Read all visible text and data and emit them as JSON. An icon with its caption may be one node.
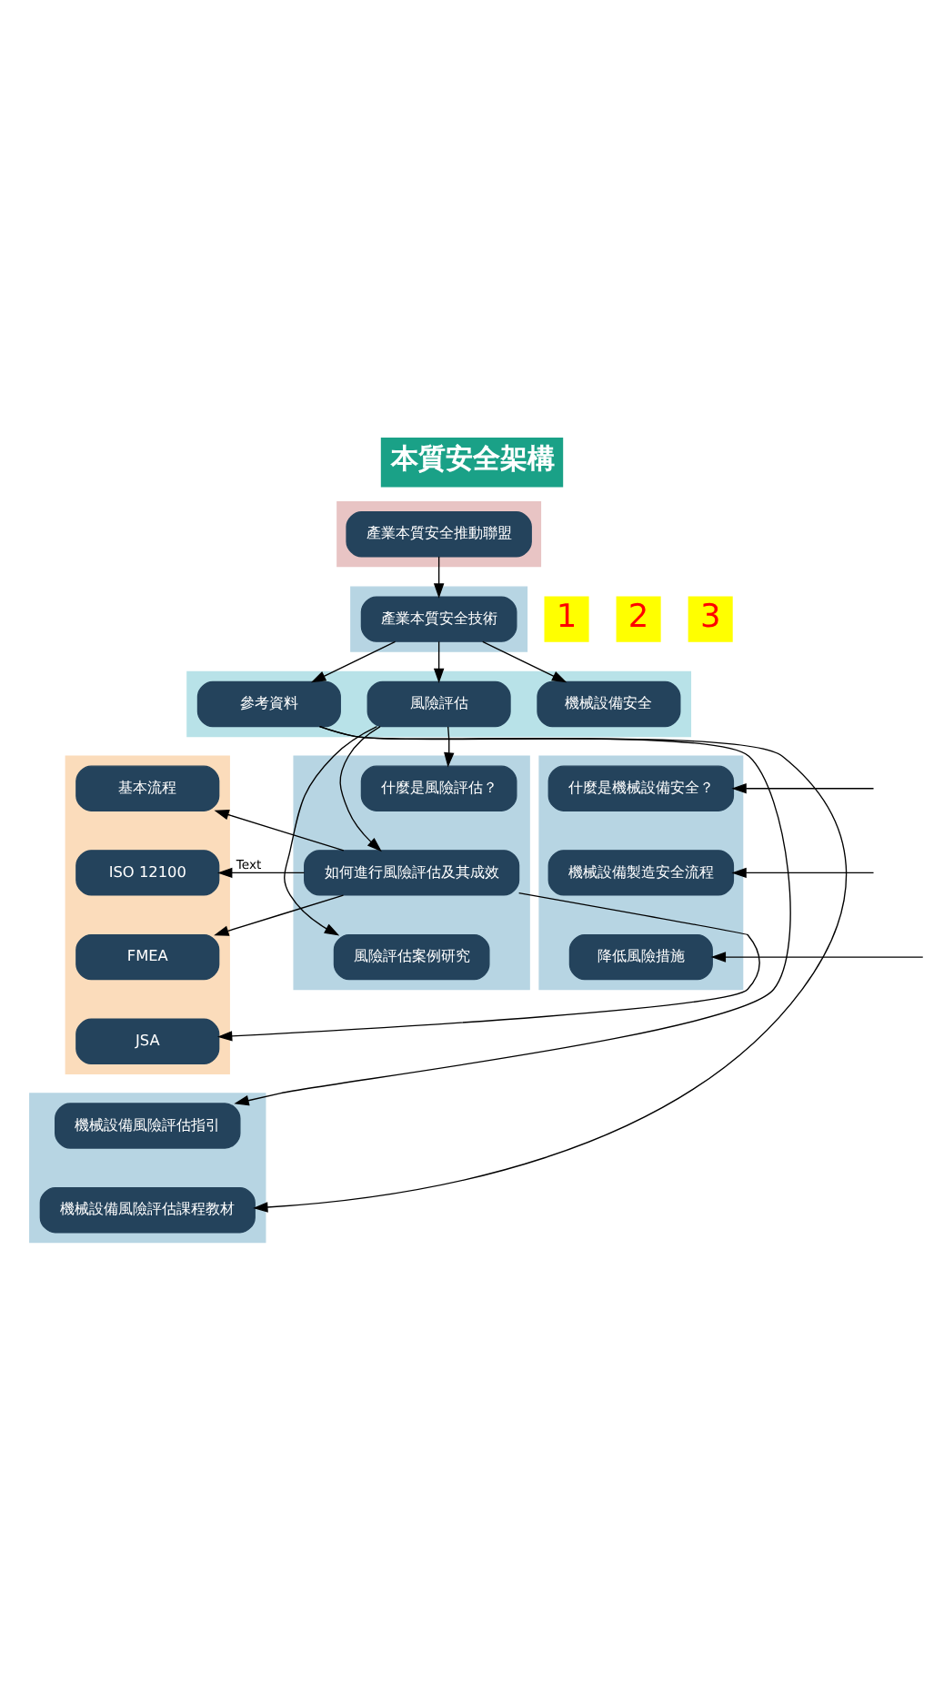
{
  "diagram": {
    "title": "本質安全架構",
    "nodes": [
      {
        "text": [],
        "shape": "box"
      },
      {
        "text": [
          "產業本質安全推動聯盟"
        ],
        "in": 0
      },
      {
        "text": [],
        "shape": "box"
      },
      {
        "text": [
          "產業本質安全技術"
        ],
        "in": 2
      },
      {
        "text": [],
        "shape": "box"
      },
      {
        "text": [
          "機械設備安全"
        ],
        "in": 4
      },
      {
        "text": [
          "風險評估"
        ],
        "in": 4
      },
      {
        "text": [
          "參考資料"
        ],
        "in": 4
      },
      {
        "text": [],
        "shape": "box"
      },
      {
        "text": [
          "什麼是機械設備安全？"
        ],
        "in": 8
      },
      {
        "text": [
          "機械設備製造安全流程"
        ],
        "in": 8
      },
      {
        "text": [
          "降低風險措施"
        ],
        "in": 8
      },
      {
        "text": [],
        "shape": "box"
      },
      {
        "text": [
          "什麼是風險評估？"
        ],
        "in": 12
      },
      {
        "text": [
          "如何進行風險評估及其成效"
        ],
        "in": 12
      },
      {
        "text": [
          "風險評估案例研究"
        ],
        "in": 12
      },
      {
        "text": [],
        "shape": "box"
      },
      {
        "text": [
          "基本流程"
        ],
        "in": 16
      },
      {
        "text": [
          "ISO 12100"
        ],
        "in": 16
      },
      {
        "text": [
          "FMEA"
        ],
        "in": 16
      },
      {
        "text": [
          "JSA"
        ],
        "in": 16
      },
      {
        "text": [],
        "shape": "box"
      },
      {
        "text": [
          "機械設備風險評估指引"
        ],
        "in": 21
      },
      {
        "text": [
          "機械設備風險評估課程教材"
        ],
        "in": 21
      }
    ],
    "edges": [
      {
        "from": 1,
        "to": 3,
        "arrow": "to"
      },
      {
        "from": 3,
        "to": 5,
        "arrow": "to"
      },
      {
        "from": 3,
        "to": 6,
        "arrow": "to"
      },
      {
        "from": 3,
        "to": 7,
        "arrow": "to"
      },
      {
        "from": null,
        "to": 9,
        "arrow": "to"
      },
      {
        "from": null,
        "to": 10,
        "arrow": "to"
      },
      {
        "from": null,
        "to": 11,
        "arrow": "to"
      },
      {
        "from": 6,
        "to": 13,
        "arrow": "to"
      },
      {
        "from": 6,
        "to": 14,
        "arrow": "to"
      },
      {
        "from": 6,
        "to": 15,
        "arrow": "to"
      },
      {
        "from": 14,
        "to": 17,
        "arrow": "to"
      },
      {
        "from": 14,
        "to": 18,
        "arrow": "to",
        "label": "Text"
      },
      {
        "from": 14,
        "to": 19,
        "arrow": "to"
      },
      {
        "from": 14,
        "to": 20,
        "arrow": "to"
      },
      {
        "from": 7,
        "to": 22,
        "arrow": "to"
      },
      {
        "from": 7,
        "to": 23,
        "arrow": "to"
      }
    ],
    "labels": [
      "1",
      "2",
      "3"
    ]
  }
}
